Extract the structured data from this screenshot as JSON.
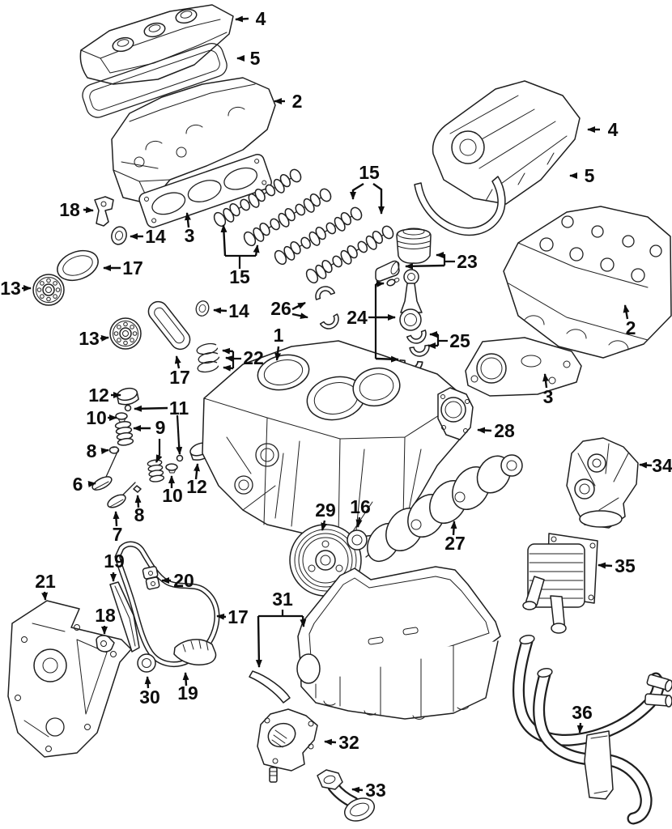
{
  "diagram": {
    "type": "engine-exploded-parts-diagram",
    "background_color": "#ffffff",
    "line_color": "#1f1f1f",
    "label_color": "#0d0d0d",
    "callouts": {
      "c4_left": "4",
      "c5_left": "5",
      "c2_left": "2",
      "c18_upper": "18",
      "c14_upper": "14",
      "c3_left": "3",
      "c15_left": "15",
      "c15_right": "15",
      "c23": "23",
      "c26": "26",
      "c24": "24",
      "c25": "25",
      "c1": "1",
      "c13_upper": "13",
      "c13_lower": "13",
      "c17_gasket": "17",
      "c14_mid": "14",
      "c17_guide": "17",
      "c22": "22",
      "c12_upper": "12",
      "c11": "11",
      "c10_upper": "10",
      "c9": "9",
      "c8_upper": "8",
      "c6": "6",
      "c7": "7",
      "c8_lower": "8",
      "c10_lower": "10",
      "c12_lower": "12",
      "c21": "21",
      "c19_upper": "19",
      "c20": "20",
      "c18_lower": "18",
      "c17_chain": "17",
      "c30": "30",
      "c19_lower": "19",
      "c31": "31",
      "c29": "29",
      "c16": "16",
      "c27": "27",
      "c28": "28",
      "c2_right": "2",
      "c3_right": "3",
      "c34": "34",
      "c35": "35",
      "c36": "36",
      "c32": "32",
      "c33": "33",
      "c4_right": "4",
      "c5_right": "5"
    }
  }
}
